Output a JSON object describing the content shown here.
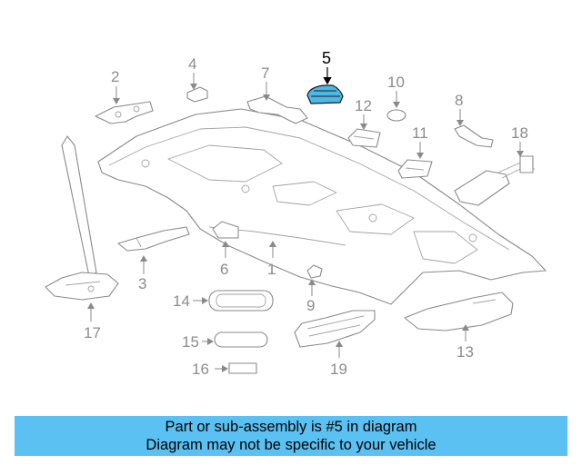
{
  "diagram": {
    "highlight_color": "#4db8e8",
    "highlighted_part": "5",
    "callouts": [
      "1",
      "2",
      "3",
      "4",
      "5",
      "6",
      "7",
      "8",
      "9",
      "10",
      "11",
      "12",
      "13",
      "14",
      "15",
      "16",
      "17",
      "18",
      "19"
    ]
  },
  "banner": {
    "line1": "Part or sub-assembly is #5 in diagram",
    "line2": "Diagram may not be specific to your vehicle",
    "background": "#5bc0f2"
  }
}
